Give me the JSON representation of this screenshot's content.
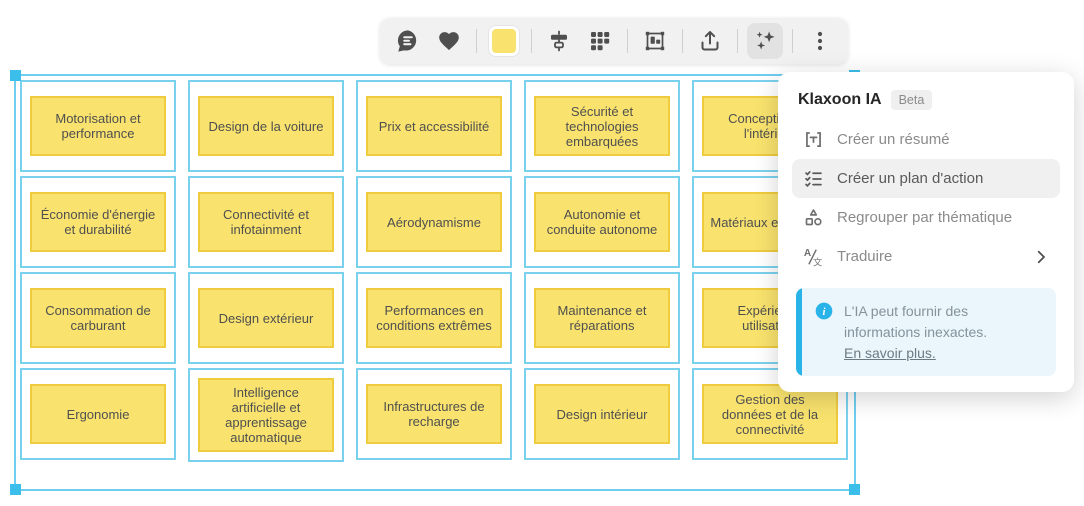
{
  "toolbar": {
    "buttons": [
      {
        "name": "comment-button"
      },
      {
        "name": "favorite-button"
      },
      {
        "name": "color-swatch-button",
        "color": "#F9E36E"
      },
      {
        "name": "align-button"
      },
      {
        "name": "categorize-button"
      },
      {
        "name": "frame-button"
      },
      {
        "name": "share-button"
      },
      {
        "name": "ai-button",
        "active": true
      },
      {
        "name": "more-button"
      }
    ]
  },
  "menu": {
    "title": "Klaxoon IA",
    "badge": "Beta",
    "items": [
      {
        "label": "Créer un résumé",
        "icon": "summary-icon"
      },
      {
        "label": "Créer un plan d'action",
        "icon": "action-plan-icon",
        "highlighted": true
      },
      {
        "label": "Regrouper par thématique",
        "icon": "group-by-theme-icon"
      },
      {
        "label": "Traduire",
        "icon": "translate-icon",
        "has_submenu": true
      }
    ],
    "notice": {
      "text": "L'IA peut fournir des informations inexactes.",
      "link": "En savoir plus."
    }
  },
  "board": {
    "notes": [
      "Motorisation et performance",
      "Design de la voiture",
      "Prix et accessibilité",
      "Sécurité et technologies embarquées",
      "Conception de l'intérieur",
      "Économie d'énergie et durabilité",
      "Connectivité et infotainment",
      "Aérodynamisme",
      "Autonomie et conduite autonome",
      "Matériaux et finitions",
      "Consommation de carburant",
      "Design extérieur",
      "Performances en conditions extrêmes",
      "Maintenance et réparations",
      "Expérience utilisateur",
      "Ergonomie",
      "Intelligence artificielle et apprentissage automatique",
      "Infrastructures de recharge",
      "Design intérieur",
      "Gestion des données et de la connectivité"
    ]
  },
  "colors": {
    "note_fill": "#F9E36E",
    "note_border": "#EFCB40",
    "selection_line": "#7AD1EE",
    "selection_handle": "#3CBEEA",
    "accent_blue": "#29B3E8",
    "toolbar_bg": "#F1F1F1"
  }
}
